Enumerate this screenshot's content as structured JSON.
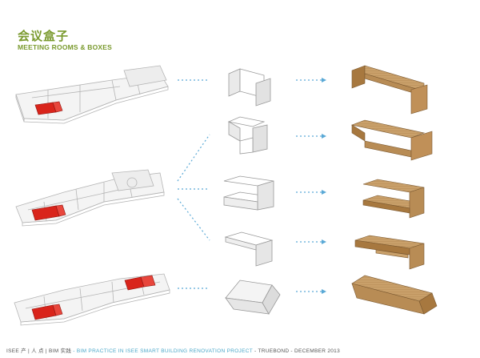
{
  "header": {
    "title_cn": "会议盒子",
    "title_en": "MEETING ROOMS & BOXES"
  },
  "colors": {
    "title": "#7a9a2e",
    "connector": "#5aa9d6",
    "highlight_room": "#d9241b",
    "wood": "#c9a06a",
    "plan_line": "#b5b5b5"
  },
  "rows": [
    {
      "room": "meeting-room-1",
      "box": "box-1"
    },
    {
      "room": "meeting-room-2",
      "box": "box-2"
    },
    {
      "room": "meeting-room-3",
      "box": "box-3"
    },
    {
      "room": "meeting-room-4",
      "box": "box-4"
    },
    {
      "room": "meeting-room-5",
      "box": "box-5"
    }
  ],
  "footer": {
    "left": "ISEE 产 | 人 点 | BIM 实践 ",
    "accent": "- BIM PRACTICE IN ISEE SMART BUILDING  RENOVATION PROJECT",
    "right": " - TRUEBOND - DECEMBER 2013"
  }
}
